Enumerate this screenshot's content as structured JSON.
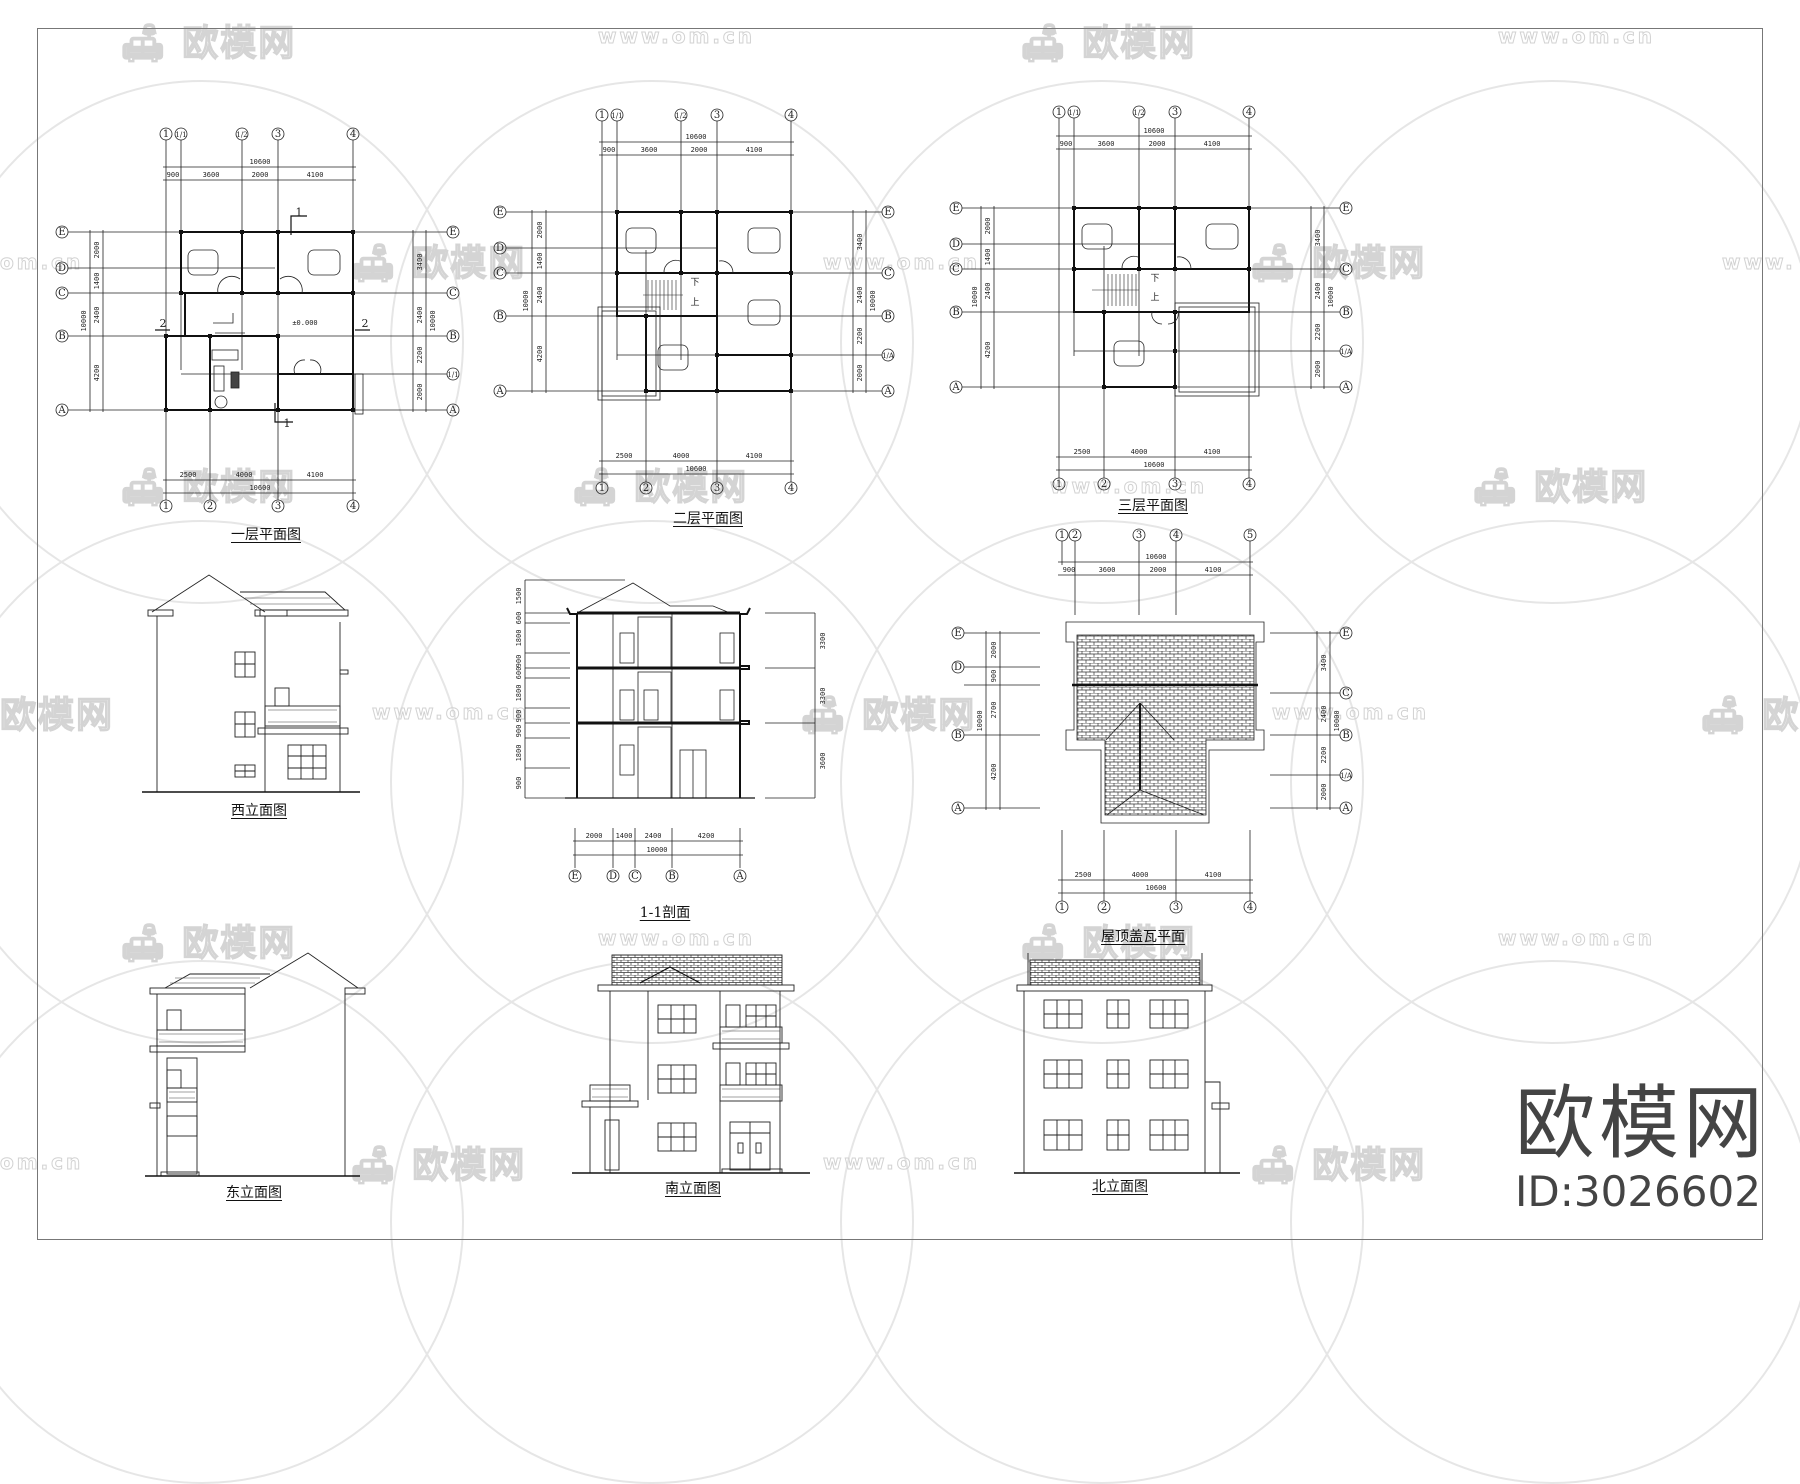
{
  "sheet": {
    "brand": {
      "name": "欧模网",
      "id": "ID:3026602"
    },
    "watermark": {
      "logo_text": "欧模网",
      "url_text": "www.om.cn",
      "url_partial_left": "om.cn",
      "url_partial_right": "www."
    }
  },
  "drawings": {
    "plan_1": {
      "title": "一层平面图",
      "axes_top": [
        "1",
        "1/1",
        "1/2",
        "3",
        "4"
      ],
      "axes_bottom": [
        "1",
        "2",
        "3",
        "4"
      ],
      "axes_left": [
        "E",
        "D",
        "C",
        "B",
        "A"
      ],
      "axes_right": [
        "E",
        "C",
        "B",
        "1/1",
        "A"
      ],
      "dims_top": [
        "900",
        "3600",
        "2000",
        "4100"
      ],
      "dim_top_total": "10600",
      "dims_bottom": [
        "2500",
        "4000",
        "4100"
      ],
      "dim_bottom_total": "10600",
      "dims_left": [
        "2000",
        "1400",
        "2400",
        "4200"
      ],
      "dim_left_total": "10000",
      "dims_right": [
        "3400",
        "2400",
        "2200",
        "2000"
      ],
      "dim_right_total": "10000",
      "elevation_mark": "±0.000",
      "section_marks": [
        "1",
        "1",
        "2",
        "2"
      ]
    },
    "plan_2": {
      "title": "二层平面图",
      "axes_top": [
        "1",
        "1/1",
        "1/2",
        "3",
        "4"
      ],
      "axes_bottom": [
        "1",
        "2",
        "3",
        "4"
      ],
      "axes_left": [
        "E",
        "D",
        "C",
        "B",
        "A"
      ],
      "axes_right": [
        "E",
        "C",
        "B",
        "1/A",
        "A"
      ],
      "dims_top": [
        "900",
        "3600",
        "2000",
        "4100"
      ],
      "dim_top_total": "10600",
      "dims_bottom": [
        "2500",
        "4000",
        "4100"
      ],
      "dim_bottom_total": "10600",
      "dims_left": [
        "2000",
        "1400",
        "2400",
        "4200"
      ],
      "dim_left_total": "10000",
      "dims_right": [
        "3400",
        "2400",
        "2200",
        "2000"
      ],
      "dim_right_total": "10000",
      "stair_labels": [
        "下",
        "上"
      ]
    },
    "plan_3": {
      "title": "三层平面图",
      "axes_top": [
        "1",
        "1/1",
        "1/2",
        "3",
        "4"
      ],
      "axes_bottom": [
        "1",
        "2",
        "3",
        "4"
      ],
      "axes_left": [
        "E",
        "D",
        "C",
        "B",
        "A"
      ],
      "axes_right": [
        "E",
        "C",
        "B",
        "1/A",
        "A"
      ],
      "dims_top": [
        "900",
        "3600",
        "2000",
        "4100"
      ],
      "dim_top_total": "10600",
      "dims_bottom": [
        "2500",
        "4000",
        "4100"
      ],
      "dim_bottom_total": "10600",
      "dims_left": [
        "2000",
        "1400",
        "2400",
        "4200"
      ],
      "dim_left_total": "10000",
      "dims_right": [
        "3400",
        "2400",
        "2200",
        "2000"
      ],
      "dim_right_total": "10000",
      "stair_labels": [
        "下",
        "上"
      ]
    },
    "roof_plan": {
      "title": "屋顶盖瓦平面",
      "axes_top": [
        "1",
        "2",
        "3",
        "4",
        "5"
      ],
      "axes_bottom": [
        "1",
        "2",
        "3",
        "4"
      ],
      "axes_left": [
        "E",
        "D",
        "B",
        "A"
      ],
      "axes_right": [
        "E",
        "C",
        "B",
        "1/A",
        "A"
      ],
      "dims_top": [
        "900",
        "3600",
        "2000",
        "4100"
      ],
      "dim_top_total": "10600",
      "dims_bottom": [
        "2500",
        "4000",
        "4100"
      ],
      "dim_bottom_total": "10600",
      "dims_left": [
        "2000",
        "900",
        "2700",
        "4200"
      ],
      "dim_left_total": "10000",
      "dims_right": [
        "3400",
        "2400",
        "2200",
        "2000"
      ],
      "dim_right_total": "10000"
    },
    "section_1_1": {
      "title": "1-1剖面",
      "axes_bottom": [
        "E",
        "D",
        "C",
        "B",
        "A"
      ],
      "dims_bottom": [
        "2000",
        "1400",
        "2400",
        "4200"
      ],
      "dim_bottom_total": "10000",
      "dims_left": [
        "1500",
        "600",
        "1800",
        "900",
        "600",
        "1800",
        "900",
        "900",
        "1800",
        "900"
      ],
      "dims_right": [
        "3300",
        "3300",
        "3600"
      ]
    },
    "west_elevation": {
      "title": "西立面图"
    },
    "east_elevation": {
      "title": "东立面图"
    },
    "south_elevation": {
      "title": "南立面图"
    },
    "north_elevation": {
      "title": "北立面图"
    }
  }
}
